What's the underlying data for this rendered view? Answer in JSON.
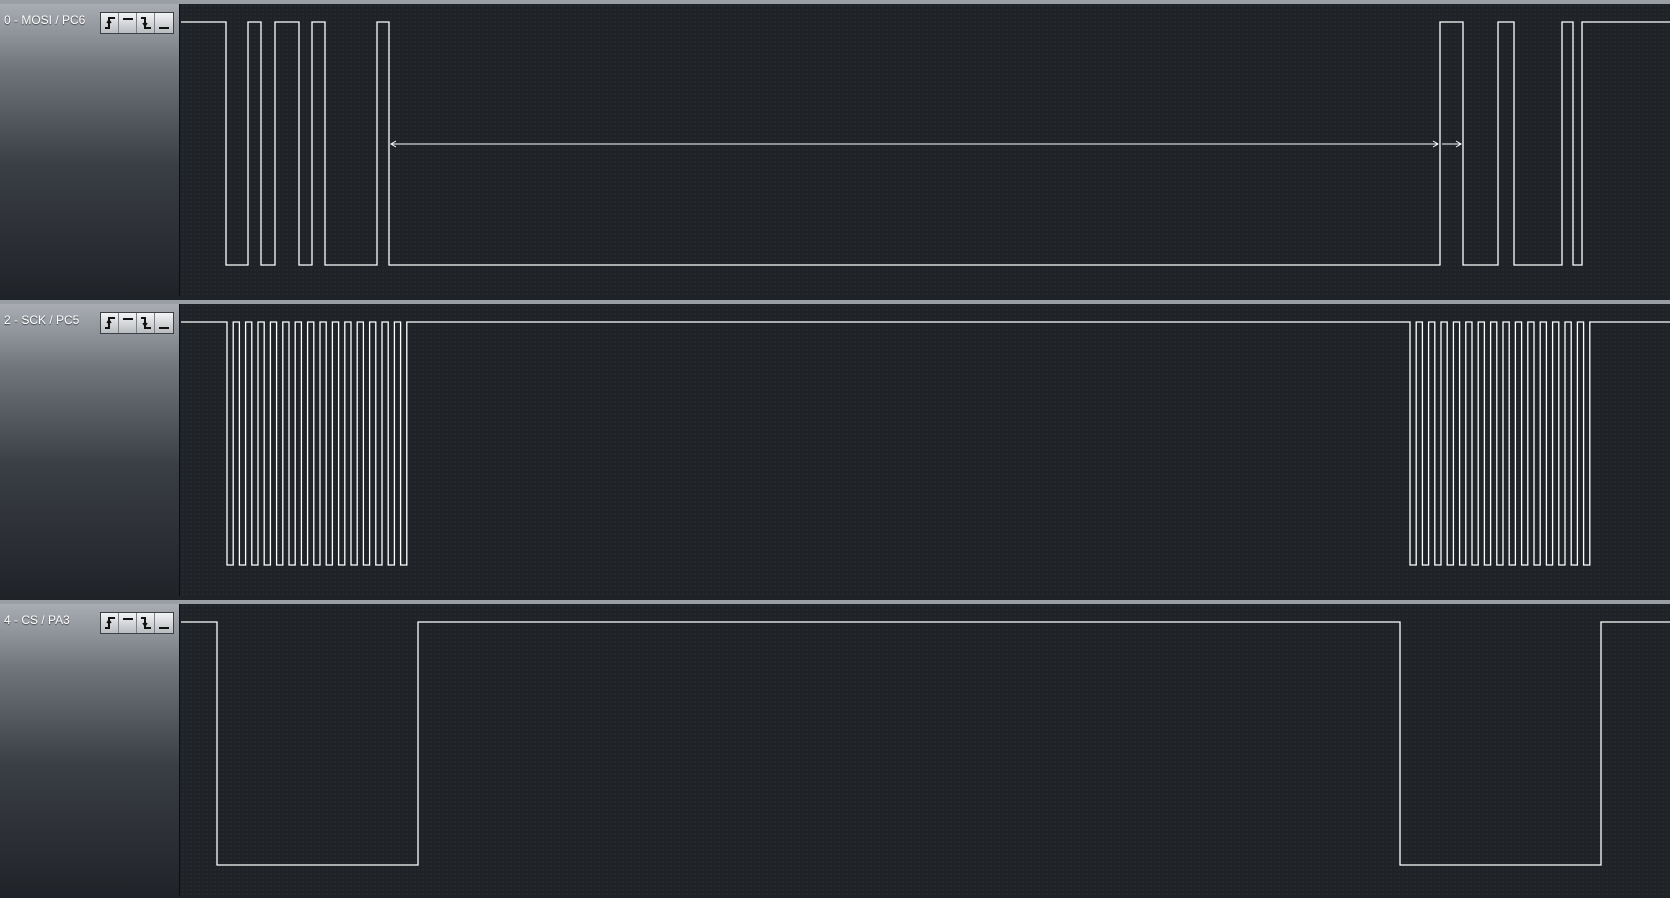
{
  "colors": {
    "trace": "#ffffff",
    "background": "#1f2227",
    "separator": "#9a9ea5"
  },
  "trigger_buttons": [
    {
      "icon": "rising-edge-icon"
    },
    {
      "icon": "high-level-icon"
    },
    {
      "icon": "falling-edge-icon"
    },
    {
      "icon": "low-level-icon"
    }
  ],
  "channels": [
    {
      "label": "0 - MOSI / PC6",
      "edges": [
        226,
        248,
        261,
        275,
        299,
        312,
        325,
        377,
        389,
        1440,
        1463,
        1498,
        1514,
        1562,
        1573,
        1582
      ],
      "initial_high": true,
      "measurement": {
        "from": 389,
        "to": 1440,
        "extra_to": 1463
      }
    },
    {
      "label": "2 - SCK / PC5",
      "edges": [],
      "initial_high": true,
      "bursts": [
        {
          "start": 227,
          "period": 12.4,
          "pulses": 15
        },
        {
          "start": 1410,
          "period": 12.4,
          "pulses": 15
        }
      ]
    },
    {
      "label": "4 - CS / PA3",
      "edges": [
        217,
        418,
        1400,
        1601
      ],
      "initial_high": true
    }
  ]
}
